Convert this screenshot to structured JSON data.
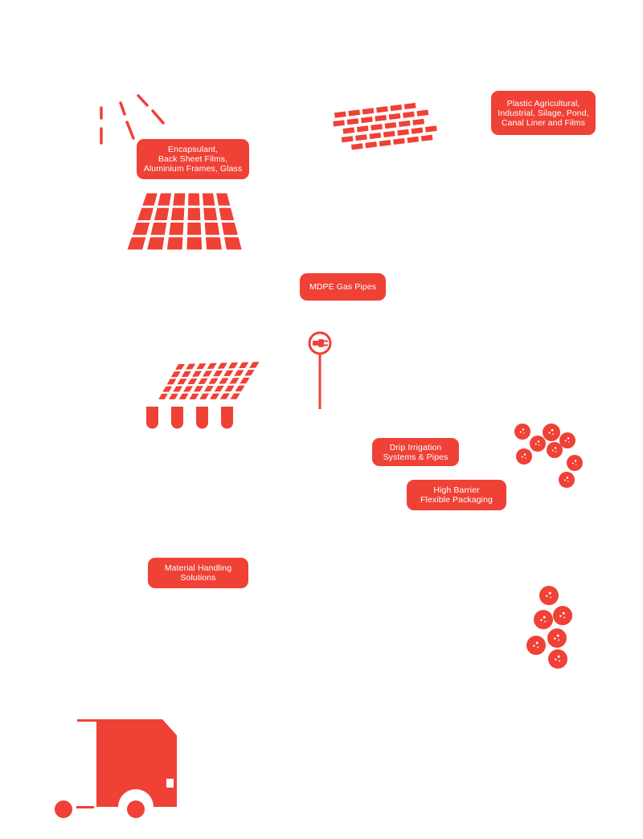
{
  "labels": {
    "encapsulant": "Encapsulant,\nBack Sheet Films,\nAluminium Frames, Glass",
    "plastic": "Plastic Agricultural,\nIndustrial, Silage, Pond,\nCanal Liner and Films",
    "mdpe": "MDPE Gas Pipes",
    "drip": "Drip Irrigation\nSystems & Pipes",
    "barrier": "High Barrier\nFlexible Packaging",
    "material_handling": "Material Handling\nSolutions"
  },
  "colors": {
    "accent": "#ef4136",
    "background": "#ffffff",
    "text_on_accent": "#ffffff"
  },
  "icons": [
    "sun-rays-icon",
    "solar-panel-icon",
    "brick-sheet-icon",
    "electric-plug-pole-icon",
    "solar-panel-stand-icon",
    "pellets-cluster-icon",
    "pellets-column-icon",
    "truck-icon"
  ]
}
